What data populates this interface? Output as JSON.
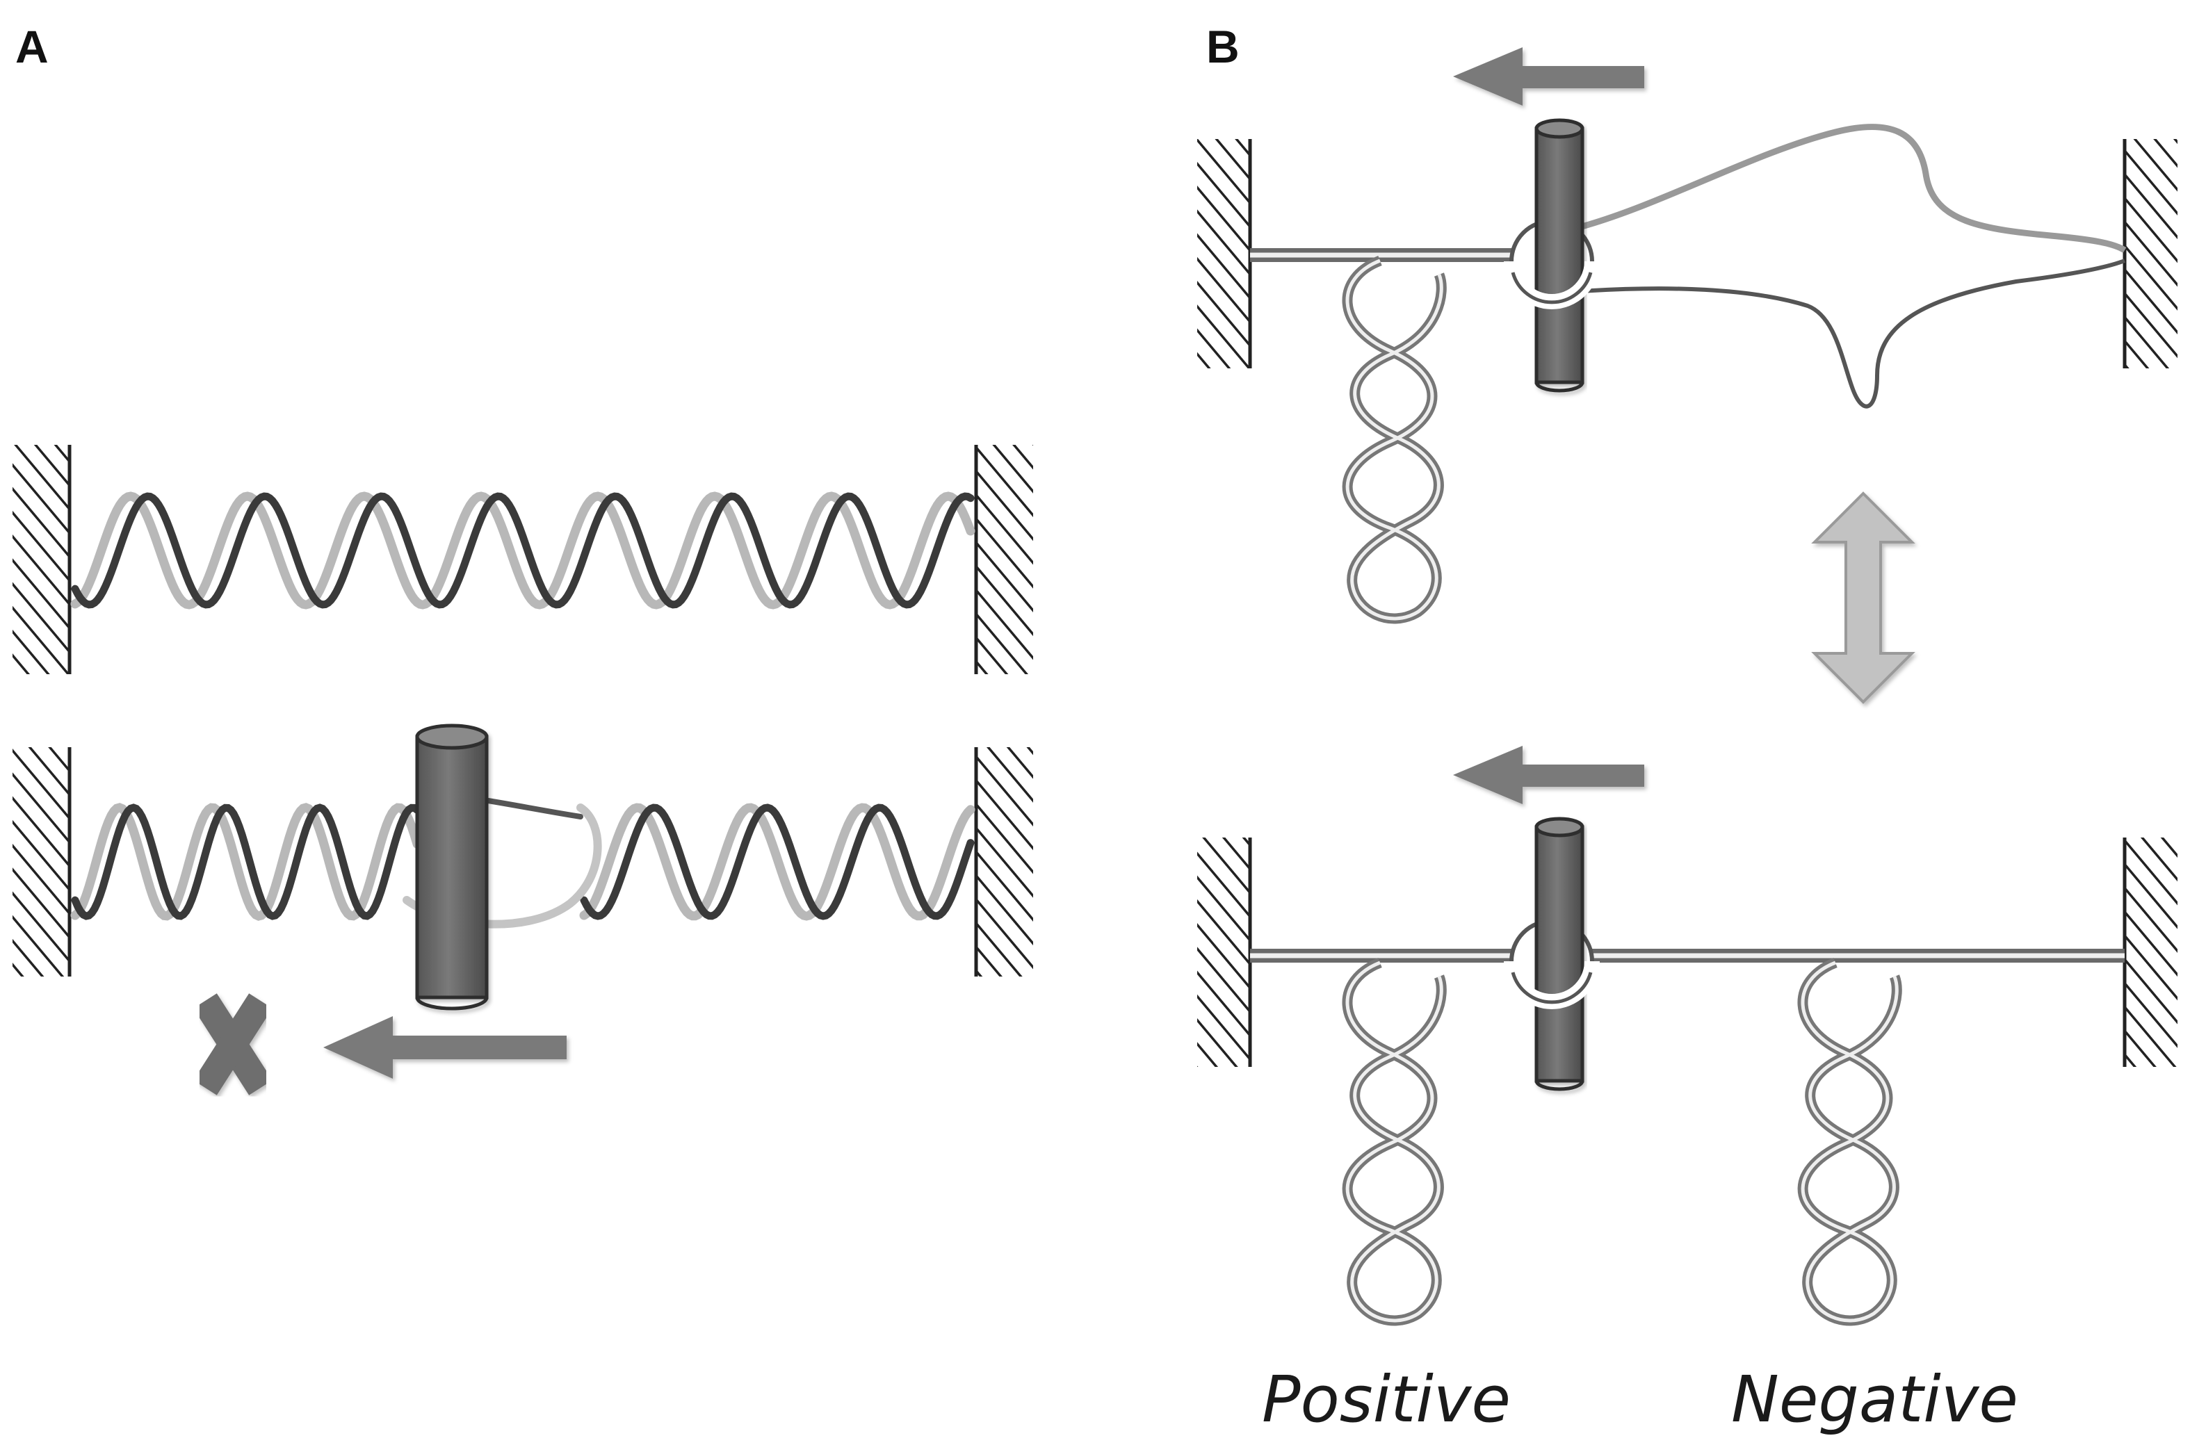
{
  "panels": {
    "a": {
      "label": "A"
    },
    "b": {
      "label": "B"
    }
  },
  "captions": {
    "positive": "Positive",
    "negative": "Negative"
  },
  "colors": {
    "dark_strand": "#3c3c3c",
    "light_strand": "#b4b4b4",
    "protein": "#6e6e6e",
    "arrow": "#7a7a7a",
    "double_arrow": "#bdbdbd",
    "wall_hatch": "#222222"
  },
  "icons": {
    "motion_arrow": "left-arrow-icon",
    "blocked": "x-mark-icon",
    "equilibrium": "double-headed-arrow-icon"
  }
}
